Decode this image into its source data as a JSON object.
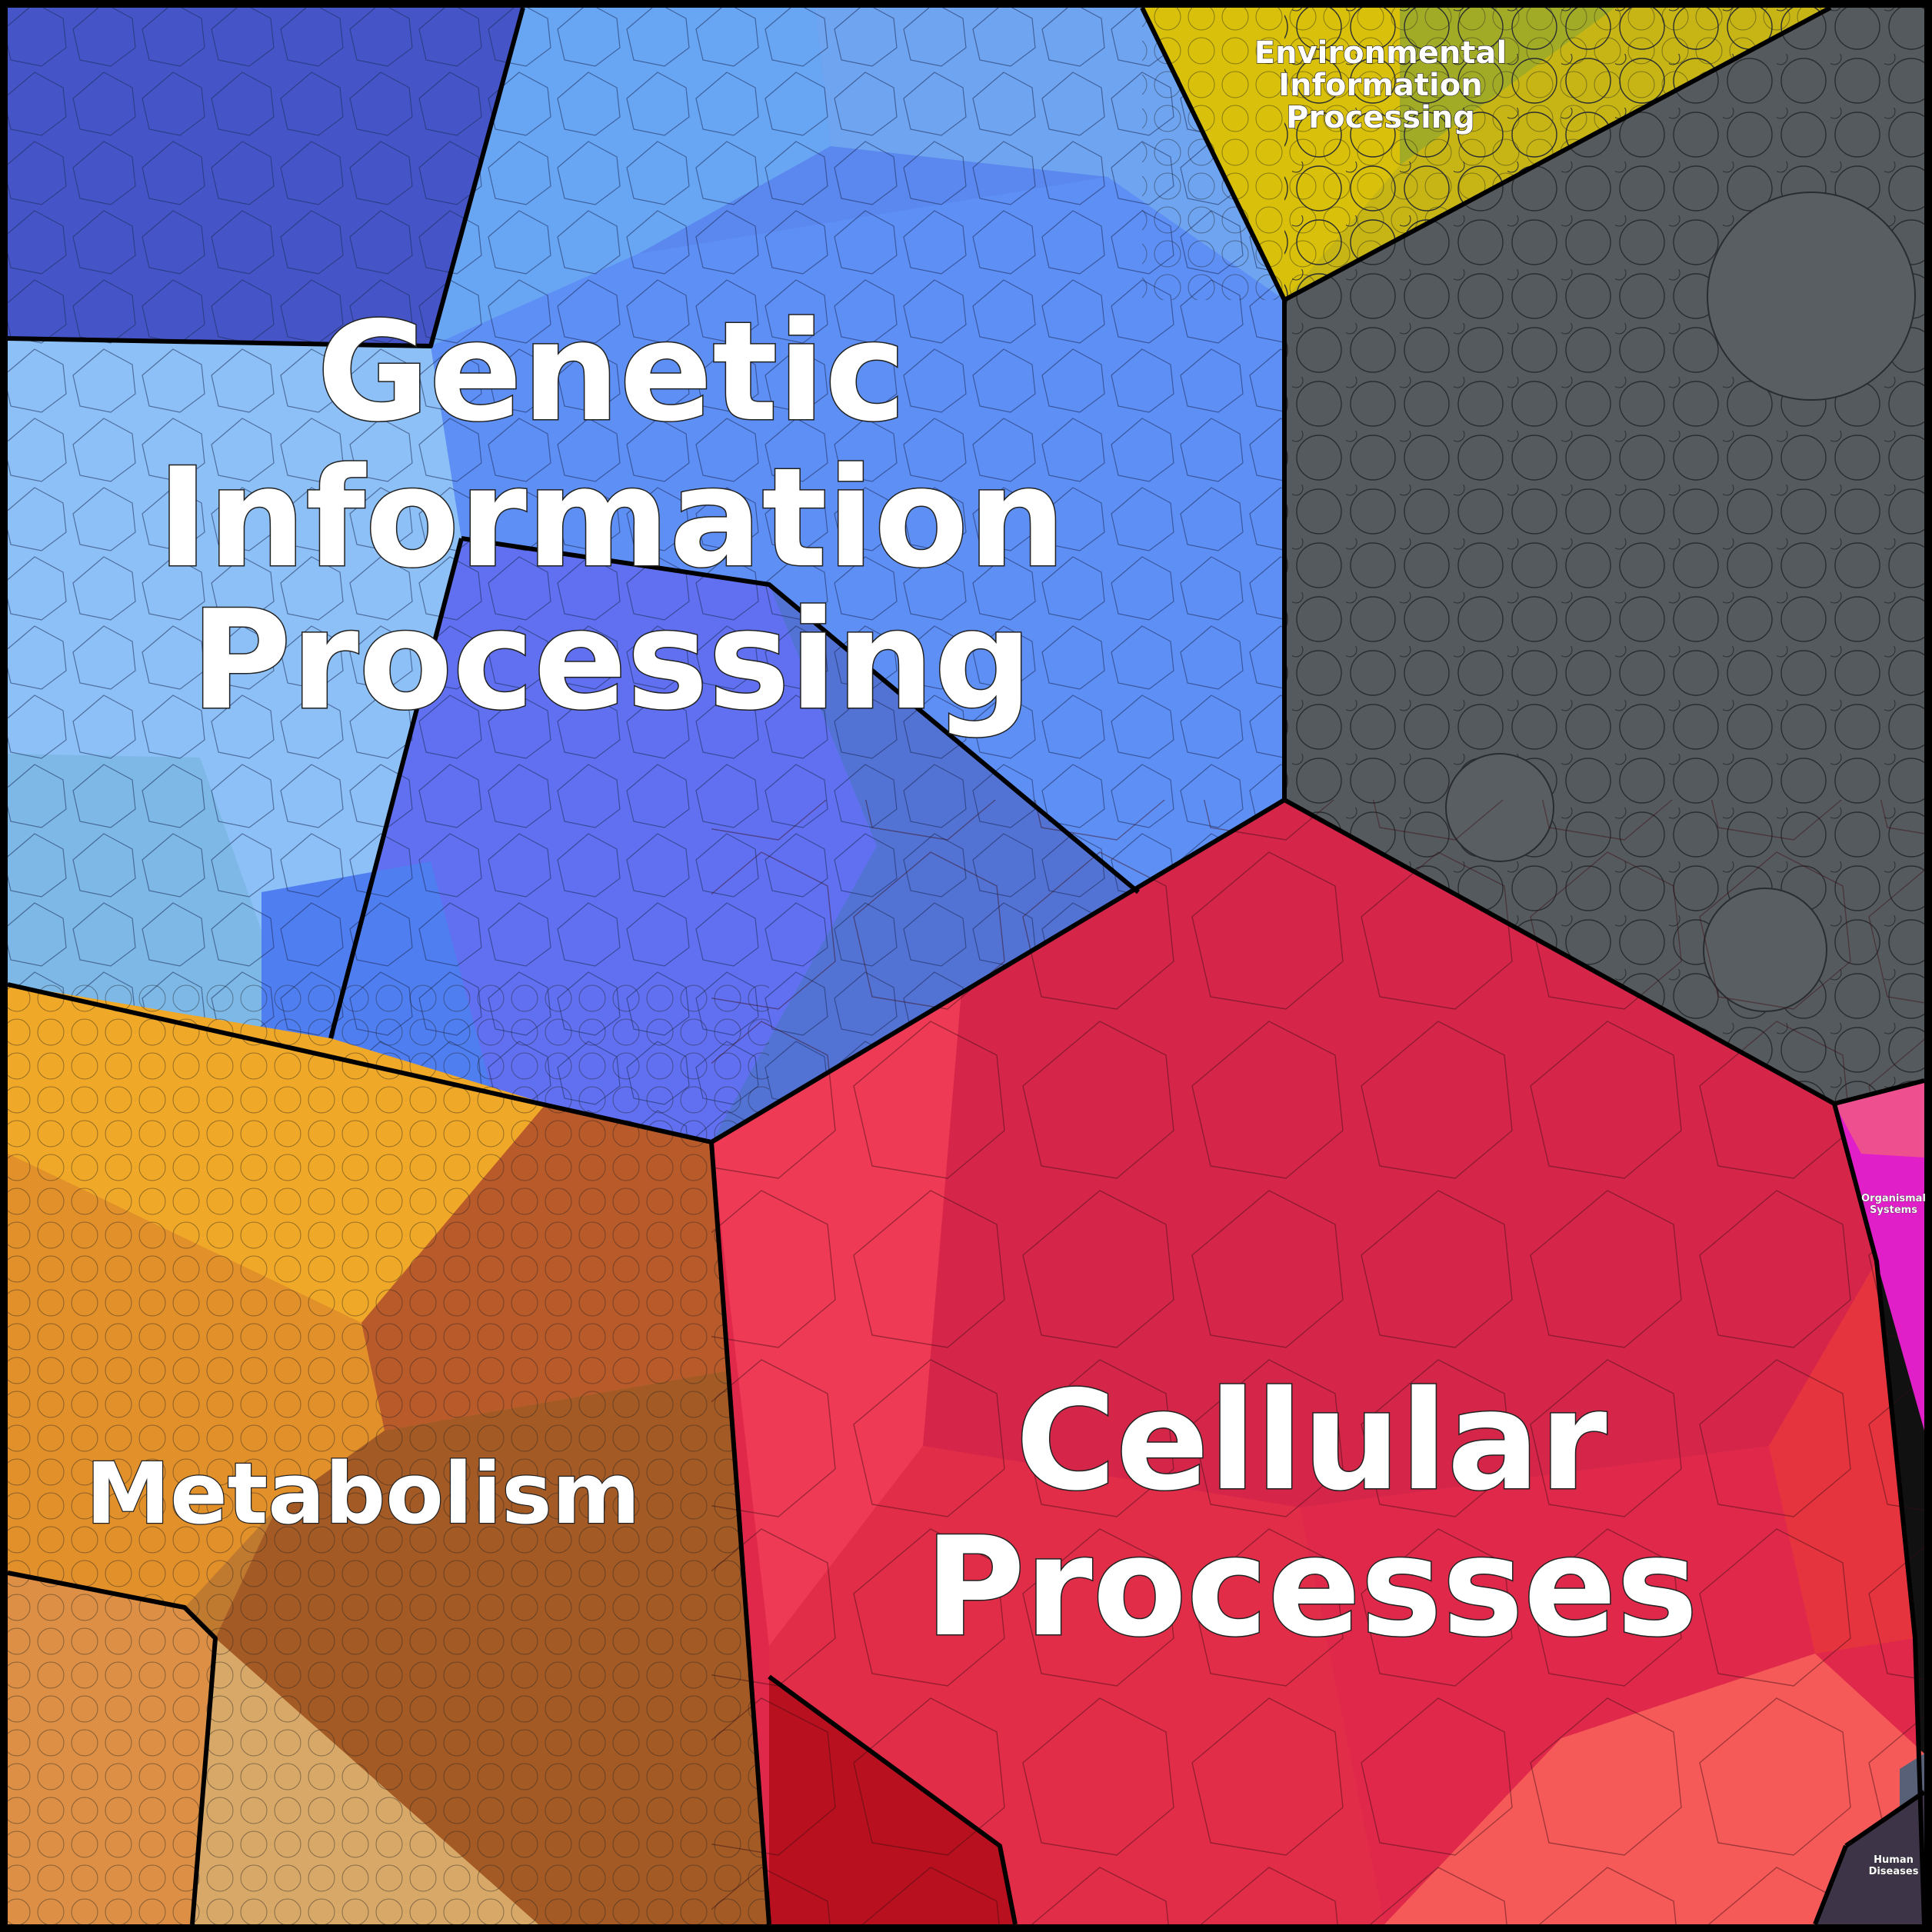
{
  "diagram": {
    "type": "voronoi treemap",
    "regions": [
      {
        "id": "genetic",
        "lines": [
          "Genetic",
          "Information",
          "Processing"
        ],
        "color": "#5b8df2"
      },
      {
        "id": "cellular",
        "lines": [
          "Cellular",
          "Processes"
        ],
        "color": "#e0294a"
      },
      {
        "id": "metabolism",
        "lines": [
          "Metabolism"
        ],
        "color": "#c27a2c"
      },
      {
        "id": "environmental",
        "lines": [
          "Environmental",
          "Information",
          "Processing"
        ],
        "color": "#c9b20f"
      },
      {
        "id": "unlabeled-gray",
        "lines": [],
        "color": "#555a5e"
      },
      {
        "id": "organismal",
        "lines": [
          "Organismal",
          "Systems"
        ],
        "color": "#e11fc8"
      },
      {
        "id": "human",
        "lines": [
          "Human",
          "Diseases"
        ],
        "color": "#3d3448"
      }
    ]
  }
}
